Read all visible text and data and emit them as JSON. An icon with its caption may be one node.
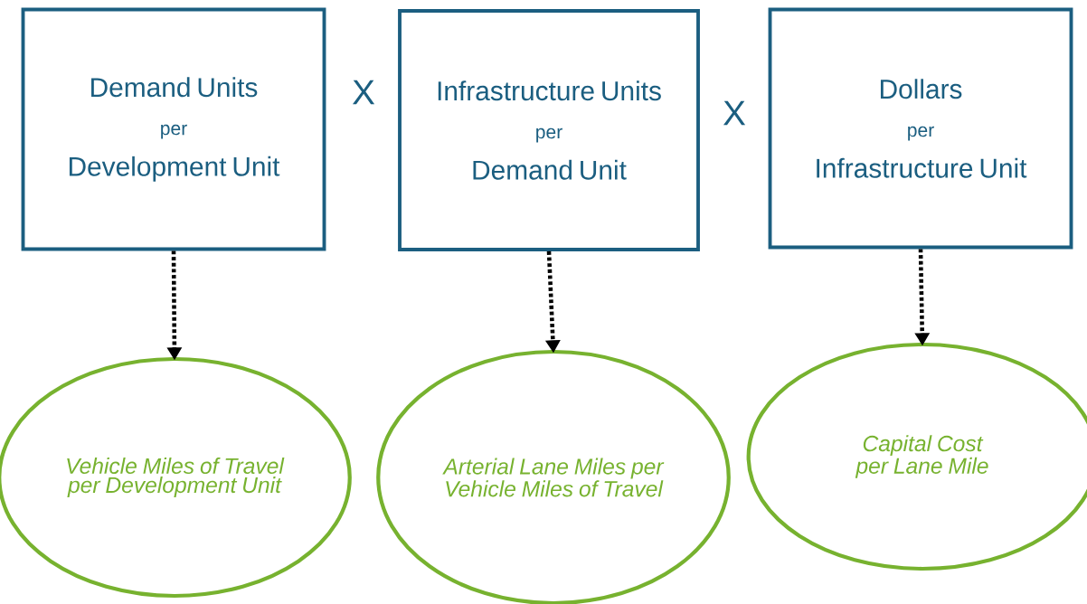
{
  "diagram": {
    "nodes": [
      {
        "text": [
          "Demand Units",
          "per",
          "Development Unit"
        ]
      },
      {
        "text": [
          "Infrastructure Units",
          "per",
          "Demand Unit"
        ]
      },
      {
        "text": [
          "Dollars",
          "per",
          "Infrastructure Unit"
        ]
      },
      {
        "text": [
          "Vehicle Miles of Travel per Development Unit"
        ]
      },
      {
        "text": [
          "Arterial Lane Miles per Vehicle Miles of Travel"
        ]
      },
      {
        "text": [
          "Capital Cost per Lane Mile"
        ]
      }
    ],
    "edges": [
      {
        "from": 0,
        "to": 3,
        "arrow": "to"
      },
      {
        "from": 1,
        "to": 4,
        "arrow": "to"
      },
      {
        "from": 2,
        "to": 5,
        "arrow": "to"
      }
    ],
    "labels": [
      "X",
      "X"
    ]
  }
}
